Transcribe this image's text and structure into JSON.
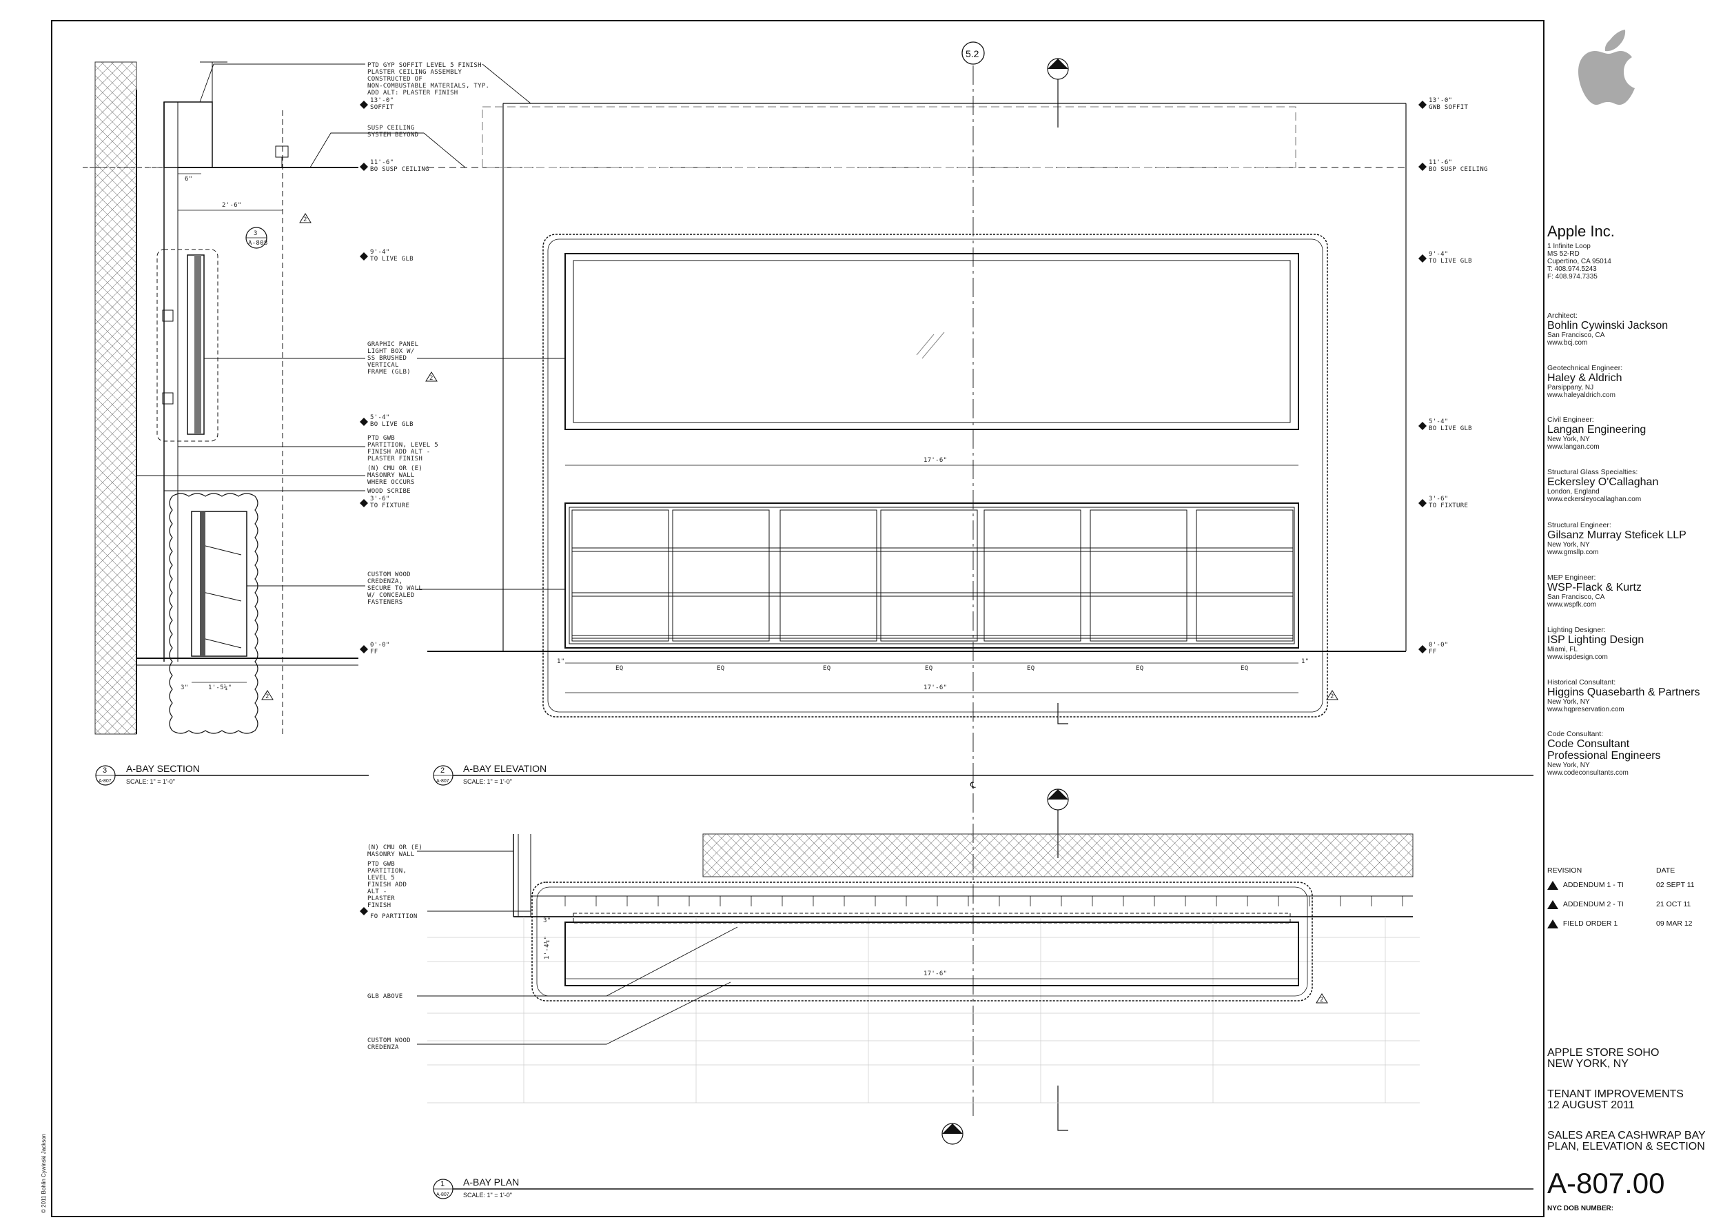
{
  "sheet": {
    "number": "A-807.00",
    "nyc_dob_label": "NYC DOB NUMBER:",
    "copyright": "© 2011 Bohlin Cywinski Jackson",
    "logo_icon": "apple-logo-icon"
  },
  "client": {
    "name": "Apple Inc.",
    "address": [
      "1 Infinite Loop",
      "MS 52-RD",
      "Cupertino, CA 95014",
      "T: 408.974.5243",
      "F: 408.974.7335"
    ]
  },
  "consultants": [
    {
      "role": "Architect:",
      "firm": [
        "Bohlin Cywinski Jackson"
      ],
      "city": "San Francisco, CA",
      "web": "www.bcj.com"
    },
    {
      "role": "Geotechnical Engineer:",
      "firm": [
        "Haley & Aldrich"
      ],
      "city": "Parsippany, NJ",
      "web": "www.haleyaldrich.com"
    },
    {
      "role": "Civil Engineer:",
      "firm": [
        "Langan Engineering"
      ],
      "city": "New York, NY",
      "web": "www.langan.com"
    },
    {
      "role": "Structural Glass Specialties:",
      "firm": [
        "Eckersley O'Callaghan"
      ],
      "city": "London, England",
      "web": "www.eckersleyocallaghan.com"
    },
    {
      "role": "Structural Engineer:",
      "firm": [
        "Gilsanz Murray Steficek LLP"
      ],
      "city": "New York, NY",
      "web": "www.gmsllp.com"
    },
    {
      "role": "MEP Engineer:",
      "firm": [
        "WSP-Flack & Kurtz"
      ],
      "city": "San Francisco, CA",
      "web": "www.wspfk.com"
    },
    {
      "role": "Lighting Designer:",
      "firm": [
        "ISP Lighting Design"
      ],
      "city": "Miami, FL",
      "web": "www.ispdesign.com"
    },
    {
      "role": "Historical Consultant:",
      "firm": [
        "Higgins Quasebarth & Partners"
      ],
      "city": "New York, NY",
      "web": "www.hqpreservation.com"
    },
    {
      "role": "Code Consultant:",
      "firm": [
        "Code Consultant",
        "Professional Engineers"
      ],
      "city": "New York, NY",
      "web": "www.codeconsultants.com"
    }
  ],
  "revisions": {
    "header_revision": "REVISION",
    "header_date": "DATE",
    "rows": [
      {
        "num": "1",
        "name": "ADDENDUM 1 - TI",
        "date": "02 SEPT 11"
      },
      {
        "num": "2",
        "name": "ADDENDUM 2 - TI",
        "date": "21 OCT 11"
      },
      {
        "num": "3",
        "name": "FIELD ORDER 1",
        "date": "09 MAR 12"
      }
    ]
  },
  "project": {
    "store": [
      "APPLE STORE SOHO",
      "NEW YORK, NY"
    ],
    "phase": [
      "TENANT IMPROVEMENTS",
      "12 AUGUST 2011"
    ],
    "sheet_title": [
      "SALES AREA CASHWRAP BAY",
      "PLAN, ELEVATION & SECTION"
    ]
  },
  "views": {
    "section": {
      "num": "3",
      "ref": "A-807",
      "title": "A-BAY SECTION",
      "scale": "SCALE: 1\" = 1'-0\""
    },
    "elevation": {
      "num": "2",
      "ref": "A-807",
      "title": "A-BAY ELEVATION",
      "scale": "SCALE: 1\" = 1'-0\""
    },
    "plan": {
      "num": "1",
      "ref": "A-807",
      "title": "A-BAY PLAN",
      "scale": "SCALE: 1\" = 1'-0\""
    }
  },
  "grid": {
    "bubble": "5.2",
    "centerline": "℄"
  },
  "elevation_marks": {
    "left": [
      {
        "v": "13'-0\"",
        "d": "SOFFIT"
      },
      {
        "v": "11'-6\"",
        "d": "BO SUSP CEILING"
      },
      {
        "v": "9'-4\"",
        "d": "TO LIVE GLB"
      },
      {
        "v": "5'-4\"",
        "d": "BO LIVE GLB"
      },
      {
        "v": "3'-6\"",
        "d": "TO FIXTURE"
      },
      {
        "v": "0'-0\"",
        "d": "FF"
      }
    ],
    "right": [
      {
        "v": "13'-0\"",
        "d": "GWB SOFFIT"
      },
      {
        "v": "11'-6\"",
        "d": "BO SUSP CEILING"
      },
      {
        "v": "9'-4\"",
        "d": "TO LIVE GLB"
      },
      {
        "v": "5'-4\"",
        "d": "BO LIVE GLB"
      },
      {
        "v": "3'-6\"",
        "d": "TO FIXTURE"
      },
      {
        "v": "0'-0\"",
        "d": "FF"
      }
    ],
    "plan": {
      "v": "",
      "d": "FO PARTITION"
    }
  },
  "notes": {
    "soffit": [
      "PTD GYP SOFFIT LEVEL 5 FINISH",
      "PLASTER CEILING ASSEMBLY",
      "CONSTRUCTED OF",
      "NON-COMBUSTABLE MATERIALS, TYP.",
      "ADD ALT: PLASTER FINISH"
    ],
    "susp_ceiling": [
      "SUSP CEILING",
      "SYSTEM BEYOND"
    ],
    "graphic_panel": [
      "GRAPHIC PANEL",
      "LIGHT BOX W/",
      "SS BRUSHED",
      "VERTICAL",
      "FRAME (GLB)"
    ],
    "ptd_gwb": [
      "PTD GWB",
      "PARTITION, LEVEL 5",
      "FINISH ADD ALT -",
      "PLASTER FINISH"
    ],
    "masonry": [
      "(N) CMU OR (E)",
      "MASONRY WALL",
      "WHERE OCCURS"
    ],
    "wood_scribe": [
      "WOOD SCRIBE"
    ],
    "credenza": [
      "CUSTOM WOOD",
      "CREDENZA,",
      "SECURE TO WALL",
      "W/ CONCEALED",
      "FASTENERS"
    ],
    "plan_masonry": [
      "(N) CMU OR (E)",
      "MASONRY WALL"
    ],
    "plan_gwb": [
      "PTD GWB",
      "PARTITION,",
      "LEVEL 5",
      "FINISH ADD",
      "ALT -",
      "PLASTER",
      "FINISH"
    ],
    "glb_above": [
      "GLB ABOVE"
    ],
    "plan_credenza": [
      "CUSTOM WOOD",
      "CREDENZA"
    ]
  },
  "dims": {
    "six_in": "6\"",
    "two_six": "2'-6\"",
    "one_five": "1'-5¼\"",
    "three_in": "3\"",
    "glb_width": "17'-6\"",
    "cred_width": "17'-6\"",
    "one_in": "1\"",
    "eq": "EQ",
    "plan_width": "17'-6\"",
    "plan_depth": "1'-4¼\"",
    "section_callout": {
      "num": "3",
      "ref": "A-808"
    }
  },
  "delta_tag": "2"
}
